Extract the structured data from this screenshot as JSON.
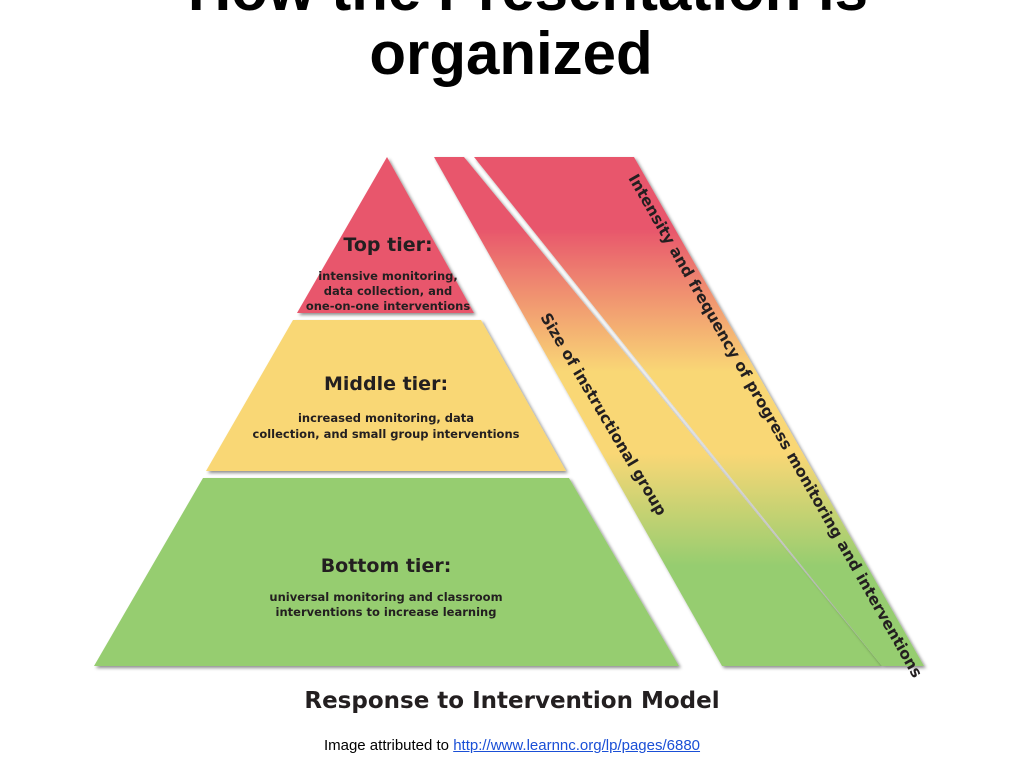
{
  "slide": {
    "title_line1": "How the Presentation is",
    "title_line2": "organized"
  },
  "pyramid": {
    "top": {
      "heading": "Top tier:",
      "lines": [
        "intensive monitoring,",
        "data collection, and",
        "one-on-one interventions"
      ],
      "color": "#e8566c"
    },
    "middle": {
      "heading": "Middle tier:",
      "lines": [
        "increased monitoring, data",
        "collection, and small group interventions"
      ],
      "color": "#f9d775"
    },
    "bottom": {
      "heading": "Bottom tier:",
      "lines": [
        "universal monitoring and classroom",
        "interventions to increase learning"
      ],
      "color": "#96cd70"
    }
  },
  "bands": {
    "group_size": "Size of instructional group",
    "intensity": "Intensity and frequency of progress monitoring and interventions",
    "gradient_colors": [
      "#e8566c",
      "#f9d775",
      "#96cd70"
    ]
  },
  "caption": "Response to Intervention Model",
  "attribution": {
    "prefix": "Image attributed to ",
    "link_text": "http://www.learnnc.org/lp/pages/6880"
  }
}
